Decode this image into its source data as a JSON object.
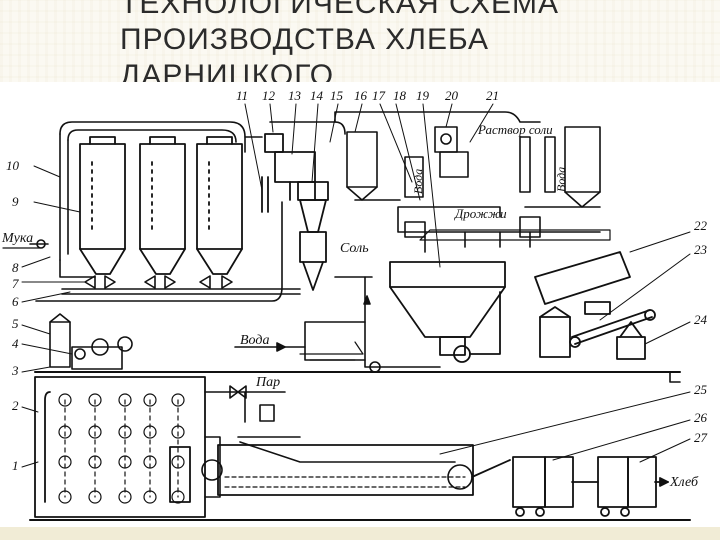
{
  "slide": {
    "title_lines": [
      "ТЕХНОЛОГИЧЕСКАЯ СХЕМА",
      "ПРОИЗВОДСТВА ХЛЕБА",
      "ДАРНИЦКОГО"
    ]
  },
  "diagram": {
    "labels": {
      "flour": "Мука",
      "salt": "Соль",
      "water_left": "Вода",
      "salt_solution": "Раствор соли",
      "water_top_a": "Вода",
      "water_top_b": "Вода",
      "yeast": "Дрожжи",
      "steam": "Пар",
      "bread": "Хлеб"
    },
    "callouts_left": [
      "10",
      "9",
      "8",
      "7",
      "6",
      "5",
      "4",
      "3",
      "2",
      "1"
    ],
    "callouts_top": [
      "11",
      "12",
      "13",
      "14",
      "15",
      "16",
      "17",
      "18",
      "19",
      "20",
      "21"
    ],
    "callouts_right": [
      "22",
      "23",
      "24",
      "25",
      "26",
      "27"
    ]
  }
}
